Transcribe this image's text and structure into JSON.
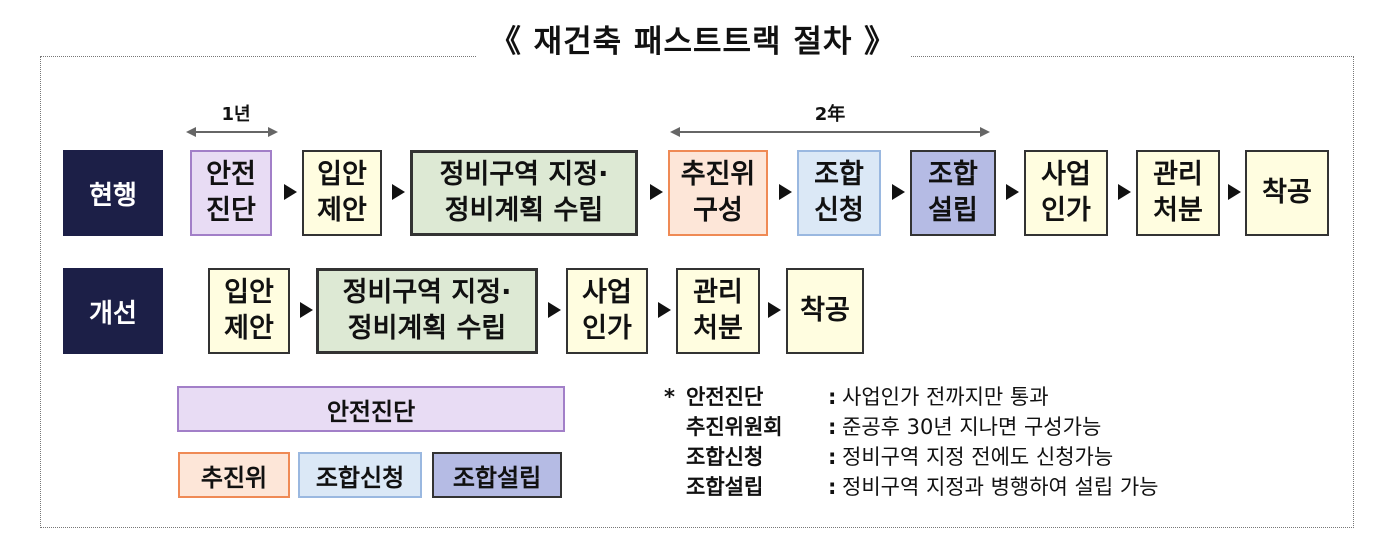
{
  "title": "《 재건축 패스트트랙 절차 》",
  "span_current_1": "1년",
  "span_current_2": "2年",
  "rows": {
    "current": {
      "label": "현행",
      "steps": [
        {
          "line1": "안전",
          "line2": "진단",
          "style": "purple"
        },
        {
          "line1": "입안",
          "line2": "제안",
          "style": "yellow"
        },
        {
          "line1": "정비구역 지정·",
          "line2": "정비계획 수립",
          "style": "green"
        },
        {
          "line1": "추진위",
          "line2": "구성",
          "style": "orange"
        },
        {
          "line1": "조합",
          "line2": "신청",
          "style": "blue"
        },
        {
          "line1": "조합",
          "line2": "설립",
          "style": "indigo"
        },
        {
          "line1": "사업",
          "line2": "인가",
          "style": "yellow"
        },
        {
          "line1": "관리",
          "line2": "처분",
          "style": "yellow"
        },
        {
          "line1": "착공",
          "line2": "",
          "style": "yellow"
        }
      ]
    },
    "improved": {
      "label": "개선",
      "steps": [
        {
          "line1": "입안",
          "line2": "제안",
          "style": "yellow"
        },
        {
          "line1": "정비구역 지정·",
          "line2": "정비계획 수립",
          "style": "green"
        },
        {
          "line1": "사업",
          "line2": "인가",
          "style": "yellow"
        },
        {
          "line1": "관리",
          "line2": "처분",
          "style": "yellow"
        },
        {
          "line1": "착공",
          "line2": "",
          "style": "yellow"
        }
      ]
    }
  },
  "legend": {
    "safety": "안전진단",
    "committee": "추진위",
    "union_apply": "조합신청",
    "union_establish": "조합설립"
  },
  "notes": [
    {
      "star": "*",
      "term": "안전진단",
      "desc": "사업인가 전까지만 통과"
    },
    {
      "star": "",
      "term": "추진위원회",
      "desc": "준공후 30년 지나면 구성가능"
    },
    {
      "star": "",
      "term": "조합신청",
      "desc": "정비구역 지정 전에도 신청가능"
    },
    {
      "star": "",
      "term": "조합설립",
      "desc": "정비구역 지정과 병행하여 설립 가능"
    }
  ]
}
